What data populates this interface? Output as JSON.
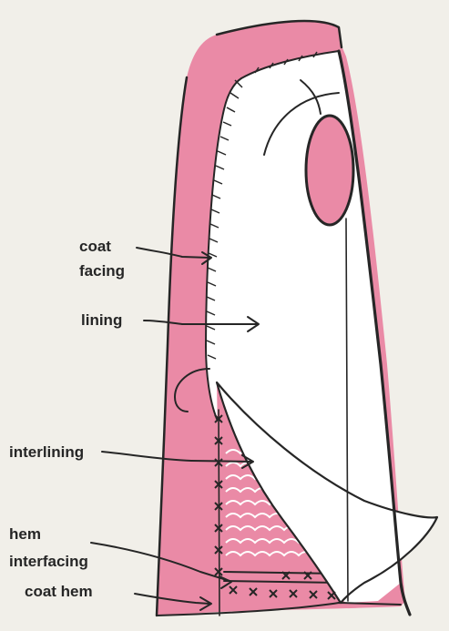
{
  "labels": {
    "coat_facing_line1": "coat",
    "coat_facing_line2": "facing",
    "lining": "lining",
    "interlining": "interlining",
    "hem_interfacing_line1": "hem",
    "hem_interfacing_line2": "interfacing",
    "coat_hem": "coat hem"
  },
  "colors": {
    "pink": "#ea8aa6",
    "ink": "#262626",
    "paper": "#f1efe9",
    "lining_white": "#ffffff"
  }
}
